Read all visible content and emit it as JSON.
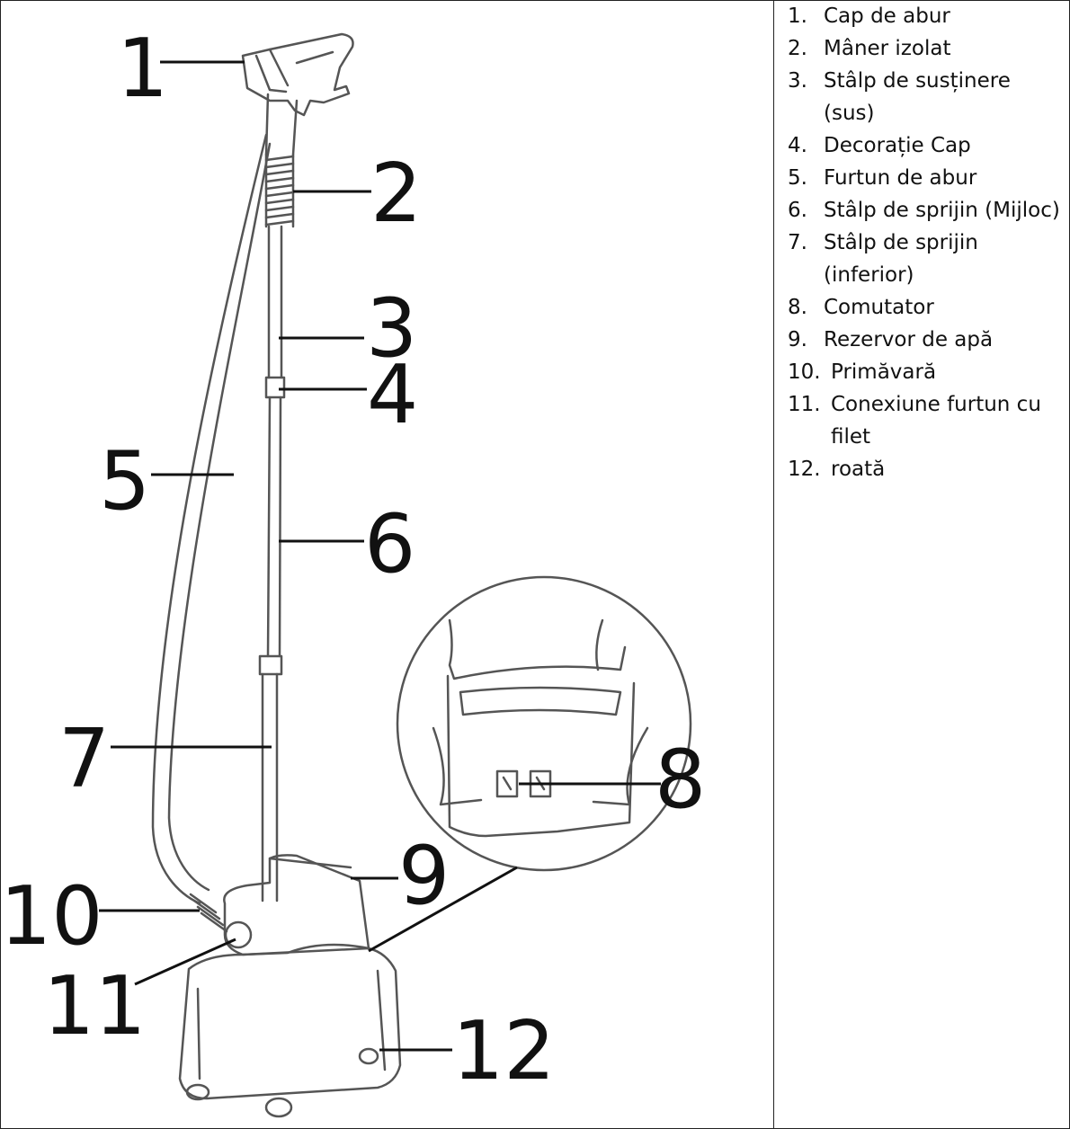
{
  "callouts": [
    "1",
    "2",
    "3",
    "4",
    "5",
    "6",
    "7",
    "8",
    "9",
    "10",
    "11",
    "12"
  ],
  "legend": [
    {
      "num": "1.",
      "text": "Cap de abur"
    },
    {
      "num": "2.",
      "text": "Mâner izolat"
    },
    {
      "num": "3.",
      "text": "Stâlp de susținere (sus)"
    },
    {
      "num": "4.",
      "text": "Decorație Cap"
    },
    {
      "num": "5.",
      "text": "Furtun de abur"
    },
    {
      "num": "6.",
      "text": "Stâlp de sprijin (Mijloc)"
    },
    {
      "num": "7.",
      "text": "Stâlp de sprijin (inferior)"
    },
    {
      "num": "8.",
      "text": "Comutator"
    },
    {
      "num": "9.",
      "text": "Rezervor de apă"
    },
    {
      "num": "10.",
      "text": "Primăvară"
    },
    {
      "num": "11.",
      "text": "Conexiune furtun cu filet"
    },
    {
      "num": "12.",
      "text": "roată"
    }
  ]
}
